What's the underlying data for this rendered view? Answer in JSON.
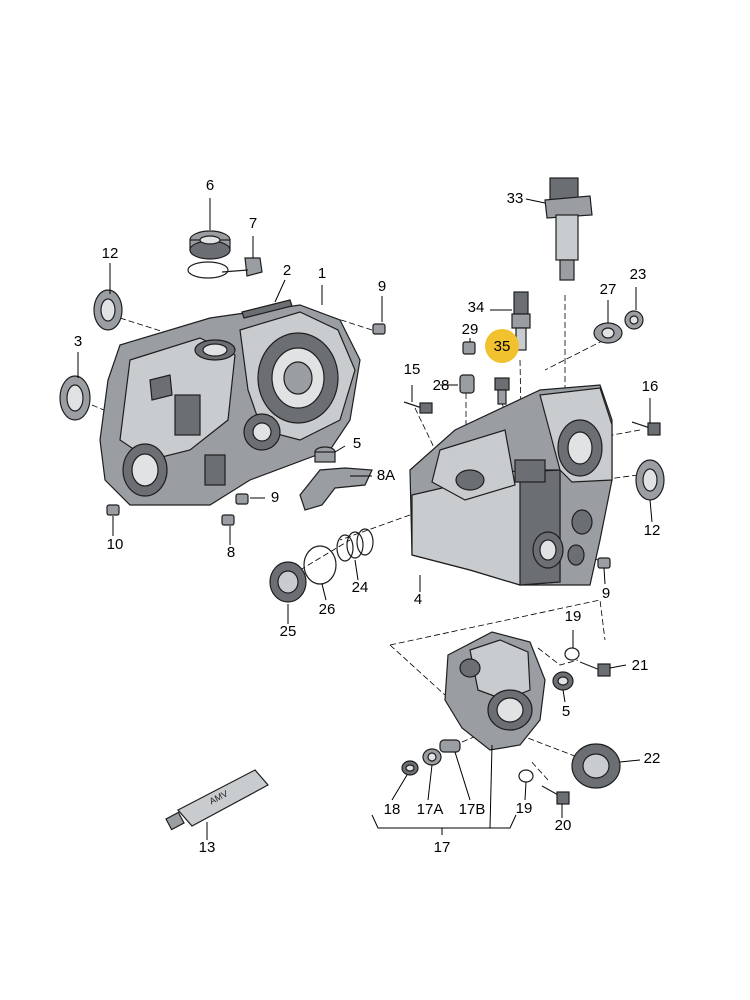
{
  "callouts": [
    {
      "id": "1",
      "text": "1"
    },
    {
      "id": "2",
      "text": "2"
    },
    {
      "id": "3",
      "text": "3"
    },
    {
      "id": "4",
      "text": "4"
    },
    {
      "id": "5a",
      "text": "5"
    },
    {
      "id": "5b",
      "text": "5"
    },
    {
      "id": "6",
      "text": "6"
    },
    {
      "id": "7",
      "text": "7"
    },
    {
      "id": "8",
      "text": "8"
    },
    {
      "id": "8A",
      "text": "8A"
    },
    {
      "id": "9a",
      "text": "9"
    },
    {
      "id": "9b",
      "text": "9"
    },
    {
      "id": "9c",
      "text": "9"
    },
    {
      "id": "10",
      "text": "10"
    },
    {
      "id": "12a",
      "text": "12"
    },
    {
      "id": "12b",
      "text": "12"
    },
    {
      "id": "13",
      "text": "13"
    },
    {
      "id": "15",
      "text": "15"
    },
    {
      "id": "16",
      "text": "16"
    },
    {
      "id": "17",
      "text": "17"
    },
    {
      "id": "17A",
      "text": "17A"
    },
    {
      "id": "17B",
      "text": "17B"
    },
    {
      "id": "18",
      "text": "18"
    },
    {
      "id": "19a",
      "text": "19"
    },
    {
      "id": "19b",
      "text": "19"
    },
    {
      "id": "20",
      "text": "20"
    },
    {
      "id": "21",
      "text": "21"
    },
    {
      "id": "22",
      "text": "22"
    },
    {
      "id": "23",
      "text": "23"
    },
    {
      "id": "24",
      "text": "24"
    },
    {
      "id": "25",
      "text": "25"
    },
    {
      "id": "26",
      "text": "26"
    },
    {
      "id": "27",
      "text": "27"
    },
    {
      "id": "28",
      "text": "28"
    },
    {
      "id": "29",
      "text": "29"
    },
    {
      "id": "33",
      "text": "33"
    },
    {
      "id": "34",
      "text": "34"
    },
    {
      "id": "35",
      "text": "35",
      "highlighted": true
    }
  ],
  "tube_text": "AMV",
  "colors": {
    "highlight": "#f2c12e",
    "part_fill": "#9a9ea2",
    "part_dark": "#6b6f73",
    "line": "#000000"
  }
}
